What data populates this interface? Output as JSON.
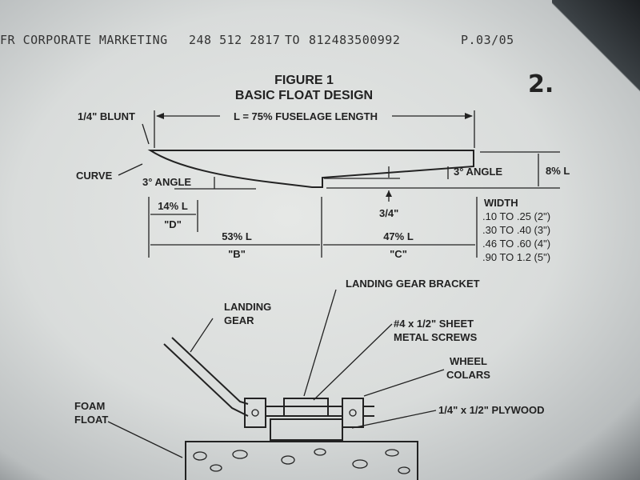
{
  "fax_header": {
    "sender": "FR CORPORATE MARKETING",
    "from_number": "248 512 2817",
    "to_label": "TO",
    "to_number": "812483500992",
    "page": "P.03/05"
  },
  "page_number_handwritten": "2.",
  "figure": {
    "number": "FIGURE 1",
    "title": "BASIC FLOAT DESIGN",
    "labels": {
      "blunt": "1/4\" BLUNT",
      "length": "L = 75% FUSELAGE LENGTH",
      "curve": "CURVE",
      "angle_front": "3° ANGLE",
      "angle_rear": "3° ANGLE",
      "height": "8% L",
      "step": "3/4\"",
      "d_pct": "14% L",
      "d_name": "\"D\"",
      "b_pct": "53% L",
      "b_name": "\"B\"",
      "c_pct": "47% L",
      "c_name": "\"C\""
    },
    "width_table": {
      "heading": "WIDTH",
      "rows": [
        ".10 TO .25 (2\")",
        ".30 TO .40 (3\")",
        ".46 TO .60 (4\")",
        ".90 TO 1.2 (5\")"
      ]
    }
  },
  "figure2": {
    "landing_gear_bracket": "LANDING GEAR BRACKET",
    "landing_gear": [
      "LANDING",
      "GEAR"
    ],
    "screws": [
      "#4 x 1/2\" SHEET",
      "METAL SCREWS"
    ],
    "wheel_colars": [
      "WHEEL",
      "COLARS"
    ],
    "foam_float": [
      "FOAM",
      "FLOAT"
    ],
    "plywood": "1/4\" x 1/2\" PLYWOOD"
  }
}
